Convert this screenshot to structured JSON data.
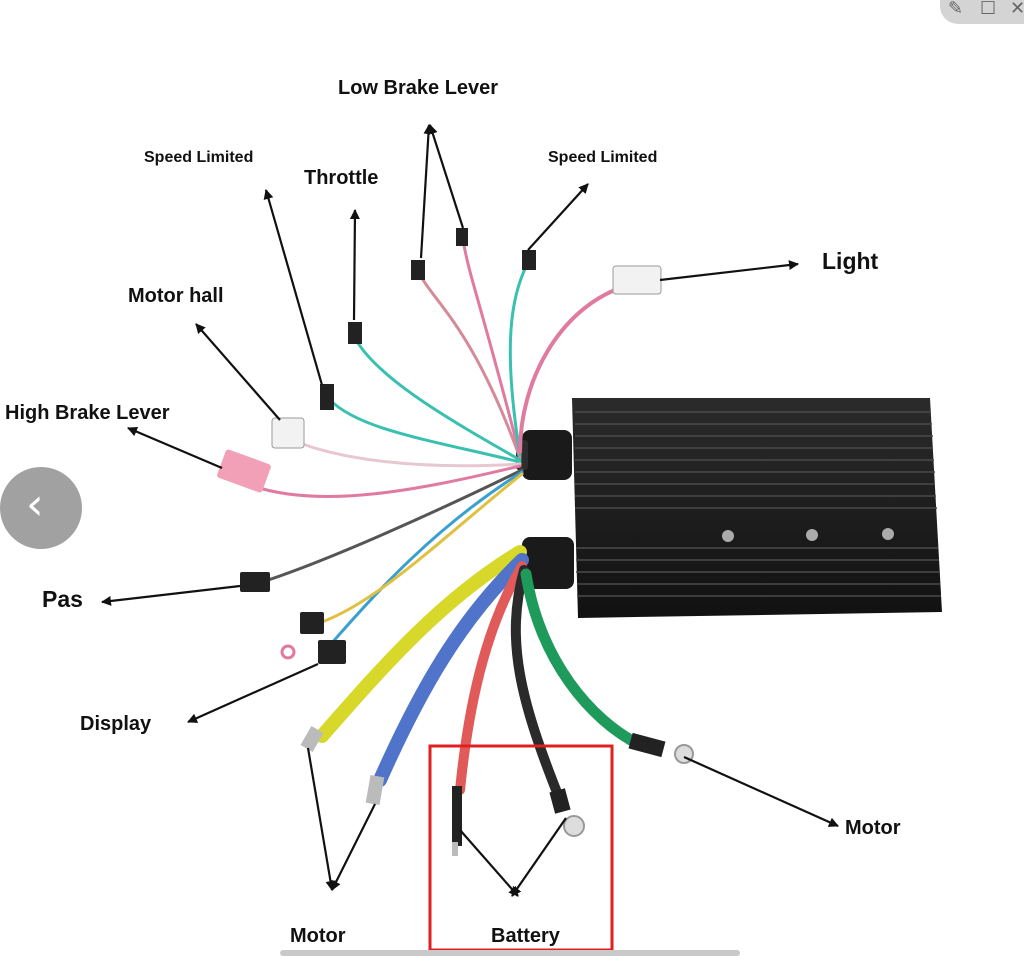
{
  "window_controls": {
    "pin_icon": "pin-icon",
    "maximize_icon": "maximize-icon",
    "close_icon": "close-icon"
  },
  "navigation": {
    "prev_icon": "chevron-left-icon"
  },
  "labels": {
    "low_brake_lever": "Low Brake Lever",
    "speed_limited_left": "Speed Limited",
    "speed_limited_right": "Speed Limited",
    "throttle": "Throttle",
    "light": "Light",
    "motor_hall": "Motor hall",
    "high_brake_lever": "High Brake Lever",
    "pas": "Pas",
    "display": "Display",
    "motor_right": "Motor",
    "motor_bottom": "Motor",
    "battery": "Battery"
  },
  "colors": {
    "controller_body": "#1c1c1c",
    "wire_red": "#e05a5a",
    "wire_yellow": "#d8d82a",
    "wire_blue": "#4f74c9",
    "wire_green": "#1e9a5a",
    "wire_black": "#2a2a2a",
    "wire_pink": "#e07aa0",
    "wire_teal": "#3ac0b0",
    "highlight_box": "#e02020"
  }
}
